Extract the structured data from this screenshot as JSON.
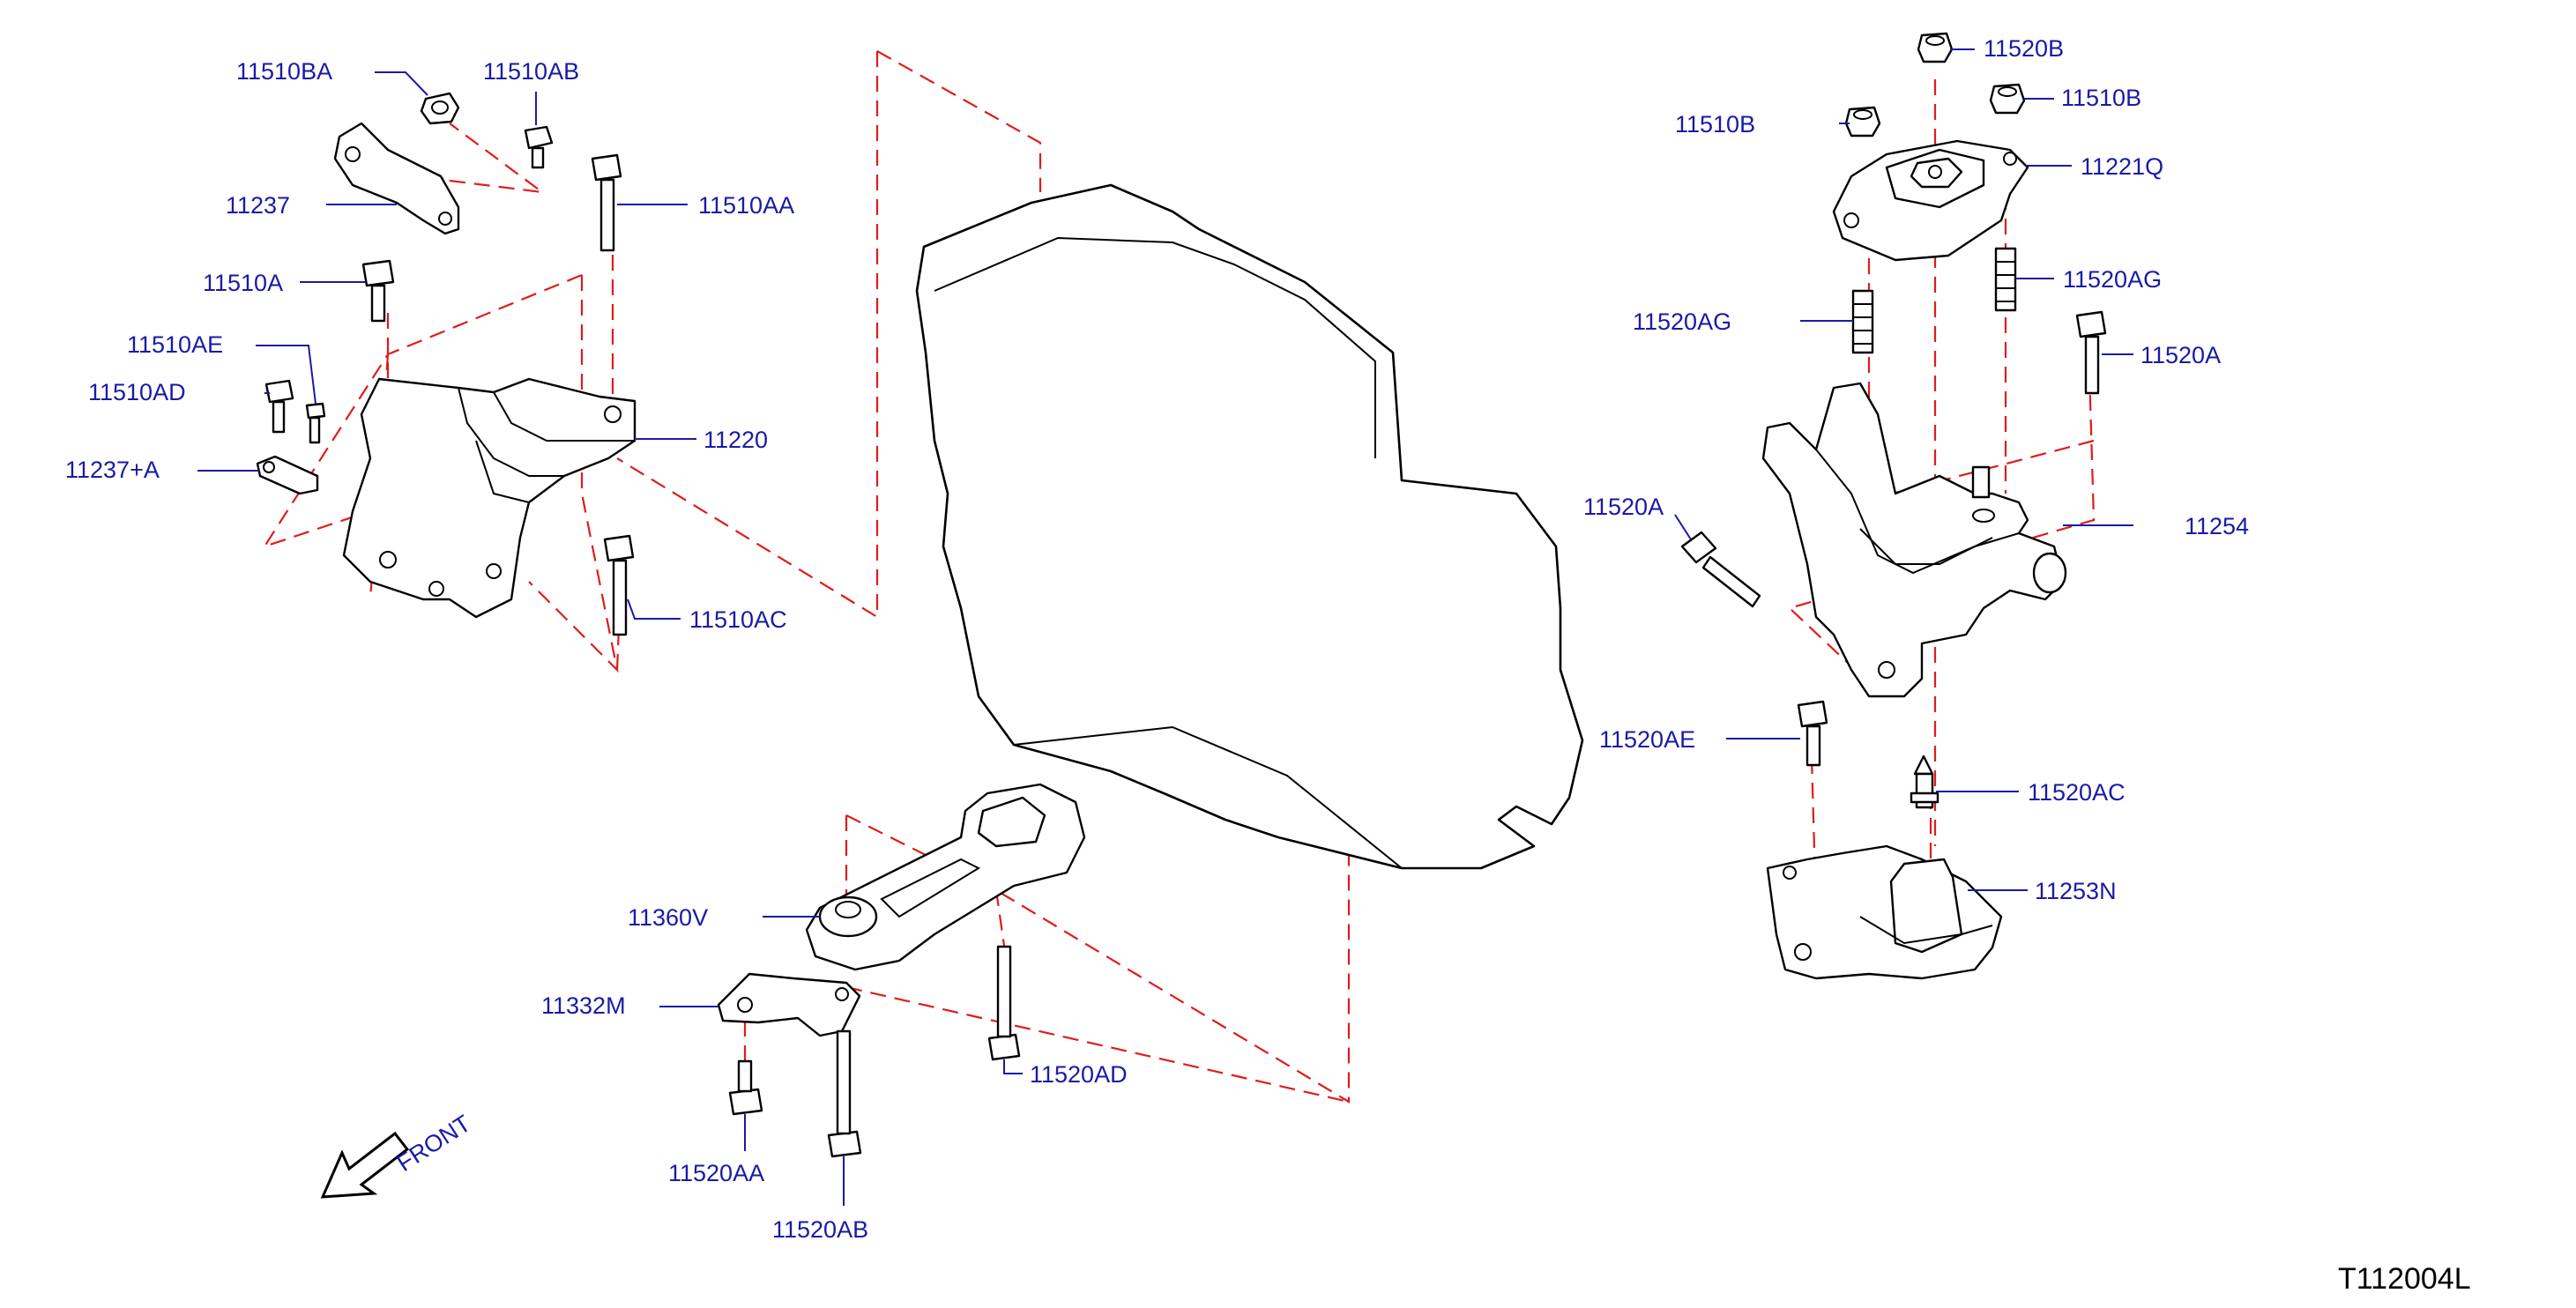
{
  "diagram_code": "T112004L",
  "front_label": "FRONT",
  "labels": {
    "p11510BA": "11510BA",
    "p11510AB": "11510AB",
    "p11237": "11237",
    "p11510AA": "11510AA",
    "p11510A": "11510A",
    "p11510AE": "11510AE",
    "p11510AD": "11510AD",
    "p11237A": "11237+A",
    "p11220": "11220",
    "p11510AC": "11510AC",
    "p11360V": "11360V",
    "p11332M": "11332M",
    "p11520AA": "11520AA",
    "p11520AB": "11520AB",
    "p11520AD": "11520AD",
    "p11520B": "11520B",
    "p11510B_l": "11510B",
    "p11510B_r": "11510B",
    "p11221Q": "11221Q",
    "p11520AG_l": "11520AG",
    "p11520AG_r": "11520AG",
    "p11520A_r": "11520A",
    "p11520A_l": "11520A",
    "p11254": "11254",
    "p11520AE": "11520AE",
    "p11520AC": "11520AC",
    "p11253N": "11253N"
  }
}
